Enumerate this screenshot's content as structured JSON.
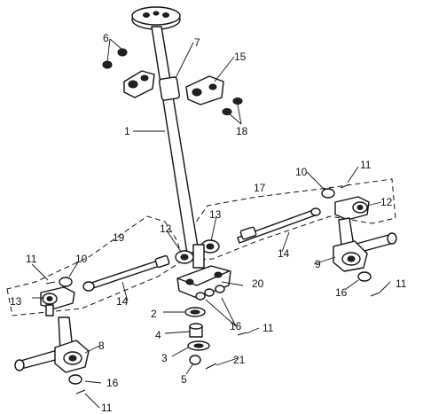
{
  "labels": [
    "1",
    "2",
    "3",
    "4",
    "5",
    "6",
    "7",
    "8",
    "9",
    "10",
    "10",
    "11",
    "11",
    "11",
    "11",
    "11",
    "12",
    "12",
    "13",
    "13",
    "14",
    "14",
    "15",
    "16",
    "16",
    "16",
    "17",
    "18",
    "19",
    "20",
    "21"
  ]
}
